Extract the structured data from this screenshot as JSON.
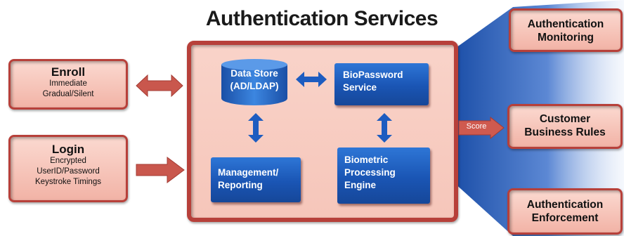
{
  "title": "Authentication Services",
  "left_boxes": {
    "enroll": {
      "title": "Enroll",
      "line1": "Immediate",
      "line2": "Gradual/Silent"
    },
    "login": {
      "title": "Login",
      "line1": "Encrypted",
      "line2": "UserID/Password",
      "line3": "Keystroke Timings"
    }
  },
  "components": {
    "data_store": {
      "line1": "Data Store",
      "line2": "(AD/LDAP)"
    },
    "biopassword": {
      "line1": "BioPassword",
      "line2": "Service"
    },
    "management": {
      "line1": "Management/",
      "line2": "Reporting"
    },
    "biometric": {
      "line1": "Biometric",
      "line2": "Processing",
      "line3": "Engine"
    }
  },
  "score_label": "Score",
  "right_boxes": {
    "monitoring": {
      "line1": "Authentication",
      "line2": "Monitoring"
    },
    "business_rules": {
      "line1": "Customer",
      "line2": "Business Rules"
    },
    "enforcement": {
      "line1": "Authentication",
      "line2": "Enforcement"
    }
  },
  "colors": {
    "red_border": "#b7403a",
    "pink_fill": "#f6c6ba",
    "blue": "#1a55b4",
    "arrow_red": "#c9574d"
  }
}
